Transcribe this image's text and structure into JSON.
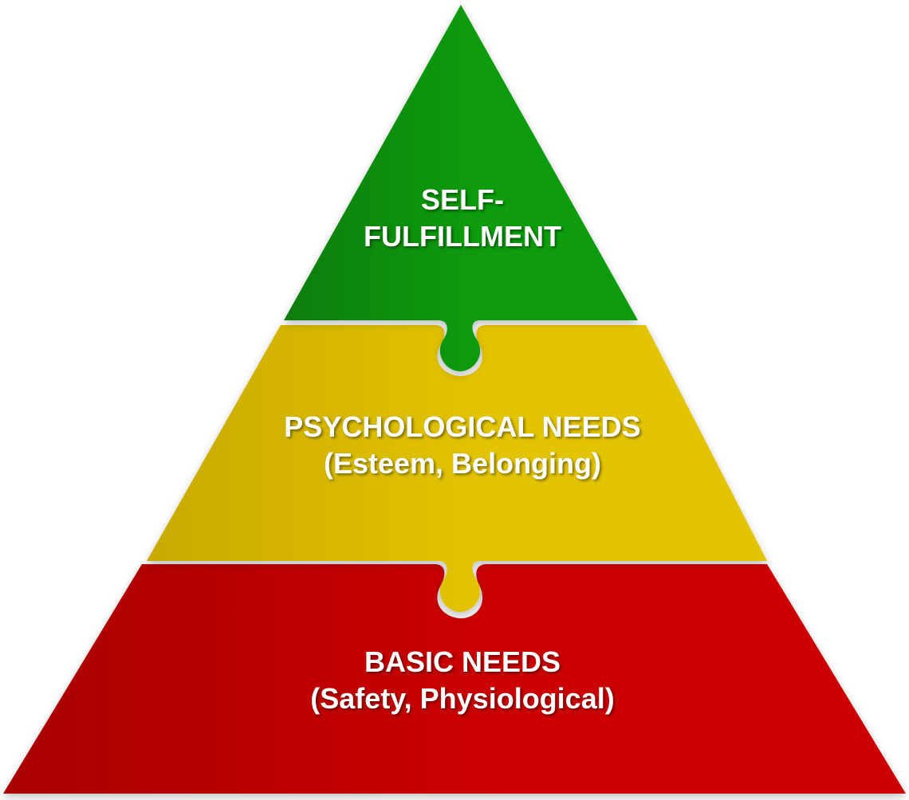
{
  "pyramid": {
    "tiers": [
      {
        "id": "top",
        "line1": "SELF-",
        "line2": "FULFILLMENT",
        "color": "#0e9c0e",
        "shade": "#0a7d0a"
      },
      {
        "id": "middle",
        "line1": "PSYCHOLOGICAL NEEDS",
        "line2": "(Esteem, Belonging)",
        "color": "#e3c400",
        "shade": "#c8aa00"
      },
      {
        "id": "bottom",
        "line1": "BASIC NEEDS",
        "line2": "(Safety, Physiological)",
        "color": "#cc0000",
        "shade": "#a80000"
      }
    ]
  }
}
